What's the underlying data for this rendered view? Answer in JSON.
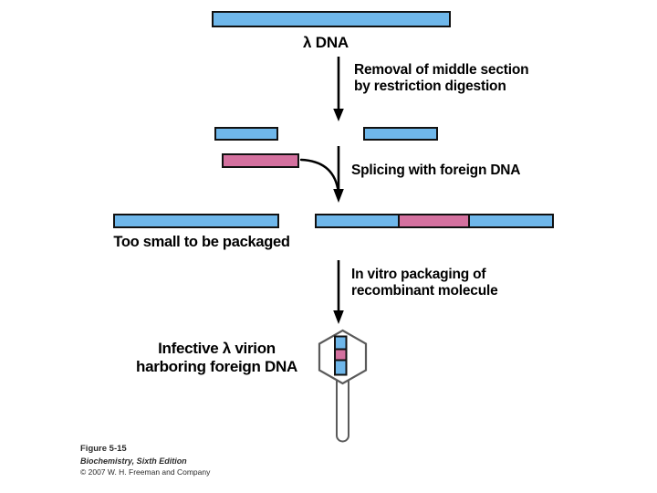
{
  "figure": {
    "title": "Lambda phage cloning vector workflow",
    "colors": {
      "lambda_dna": "#6FB7EA",
      "foreign_dna": "#D4719F",
      "outline": "#111111",
      "capsid_outline": "#4a4a4a",
      "background": "#ffffff"
    }
  },
  "labels": {
    "lambda_dna": "λ DNA",
    "step_removal": "Removal of middle section\nby restriction digestion",
    "step_splicing": "Splicing with foreign DNA",
    "step_packaging": "In vitro packaging of\nrecombinant molecule",
    "too_small": "Too small to be packaged",
    "virion": "Infective λ virion\nharboring foreign DNA"
  },
  "molecules": {
    "lambda_full": {
      "name": "λ DNA",
      "segments": [
        {
          "type": "lambda",
          "color": "#6FB7EA"
        }
      ]
    },
    "left_arm": {
      "name": "left arm",
      "segments": [
        {
          "type": "lambda",
          "color": "#6FB7EA"
        }
      ]
    },
    "right_arm": {
      "name": "right arm",
      "segments": [
        {
          "type": "lambda",
          "color": "#6FB7EA"
        }
      ]
    },
    "foreign_insert": {
      "name": "foreign DNA",
      "segments": [
        {
          "type": "foreign",
          "color": "#D4719F"
        }
      ]
    },
    "too_small_molecule": {
      "name": "religated arms, too small",
      "segments": [
        {
          "type": "lambda",
          "color": "#6FB7EA"
        }
      ]
    },
    "recombinant": {
      "name": "recombinant molecule",
      "segments": [
        {
          "type": "lambda",
          "color": "#6FB7EA"
        },
        {
          "type": "foreign",
          "color": "#D4719F"
        },
        {
          "type": "lambda",
          "color": "#6FB7EA"
        }
      ]
    },
    "packaged_dna": {
      "name": "packaged recombinant DNA inside capsid",
      "segments": [
        {
          "type": "lambda",
          "color": "#6FB7EA"
        },
        {
          "type": "foreign",
          "color": "#D4719F"
        },
        {
          "type": "lambda",
          "color": "#6FB7EA"
        }
      ]
    }
  },
  "caption": {
    "figure_number": "Figure 5-15",
    "source": "Biochemistry, Sixth Edition",
    "copyright": "© 2007 W. H. Freeman and Company"
  }
}
